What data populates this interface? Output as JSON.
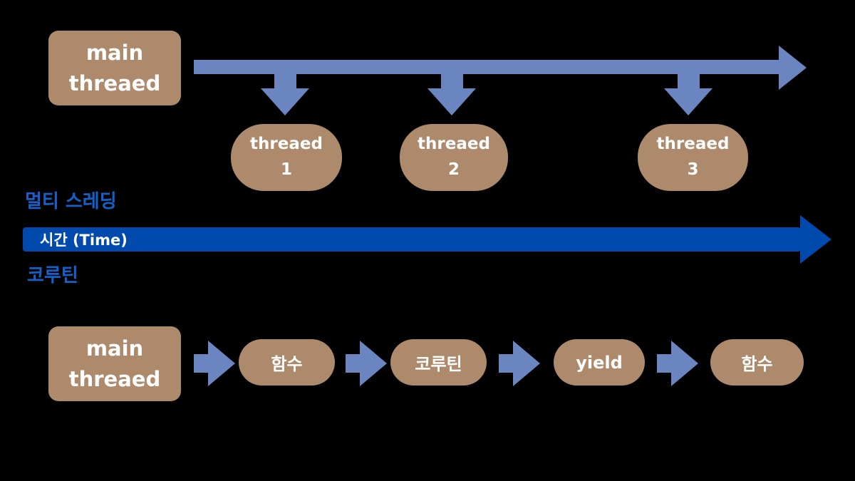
{
  "colors": {
    "background": "#000000",
    "brown": "#ae8a6c",
    "light_blue": "#6b85c1",
    "dark_blue": "#004aad",
    "label_blue": "#1561c9",
    "text_on_fill": "#ffffff"
  },
  "multithreading": {
    "section_label": "멀티 스레딩",
    "main_box": {
      "line1": "main",
      "line2": "threaed"
    },
    "threads": [
      {
        "line1": "threaed",
        "line2": "1"
      },
      {
        "line1": "threaed",
        "line2": "2"
      },
      {
        "line1": "threaed",
        "line2": "3"
      }
    ]
  },
  "time_axis": {
    "label": "시간 (Time)"
  },
  "coroutine": {
    "section_label": "코루틴",
    "main_box": {
      "line1": "main",
      "line2": "threaed"
    },
    "steps": [
      "함수",
      "코루틴",
      "yield",
      "함수"
    ]
  }
}
